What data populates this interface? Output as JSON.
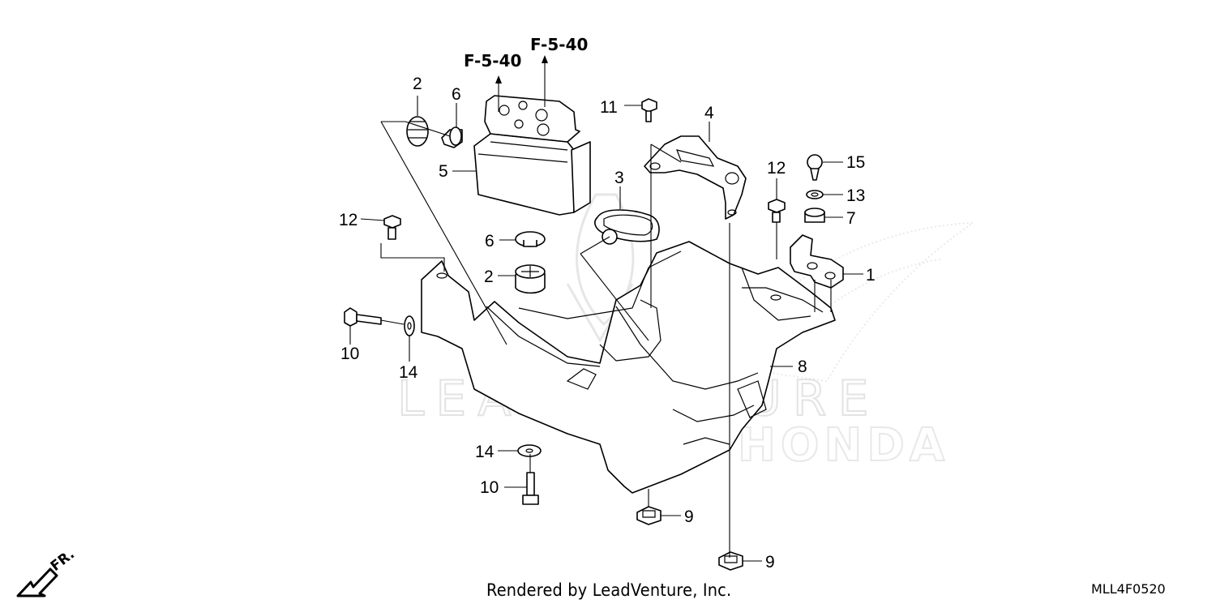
{
  "diagram": {
    "callouts": {
      "c1": "1",
      "c2a": "2",
      "c2b": "2",
      "c3": "3",
      "c4": "4",
      "c5": "5",
      "c6a": "6",
      "c6b": "6",
      "c7": "7",
      "c8": "8",
      "c9a": "9",
      "c9b": "9",
      "c10a": "10",
      "c10b": "10",
      "c11": "11",
      "c12a": "12",
      "c12b": "12",
      "c13": "13",
      "c14a": "14",
      "c14b": "14",
      "c15": "15"
    },
    "refs": {
      "ref_upper": "F-5-40",
      "ref_lower": "F-5-40"
    },
    "direction_label": "FR.",
    "watermark": {
      "text": "LEADVENTURE",
      "brand": "HONDA"
    }
  },
  "footer": {
    "credit": "Rendered by LeadVenture, Inc.",
    "code": "MLL4F0520"
  }
}
